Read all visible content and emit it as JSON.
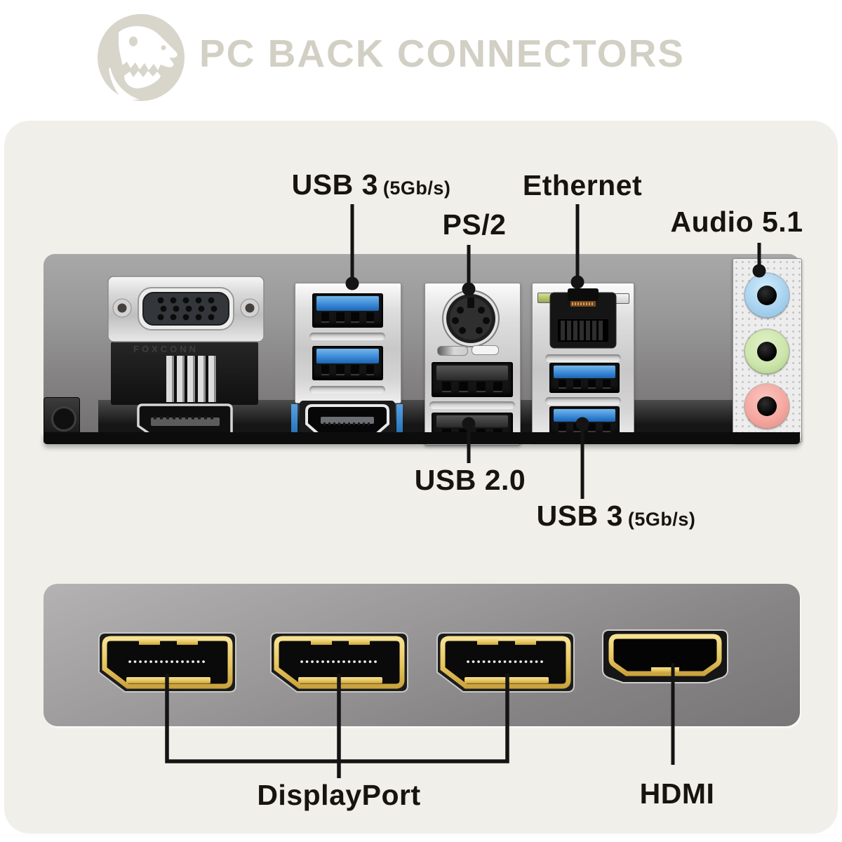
{
  "header": {
    "title": "PC BACK CONNECTORS",
    "logo": "trex-head-in-circle"
  },
  "annotations": {
    "usb3_top": {
      "label": "USB 3",
      "sub": "(5Gb/s)"
    },
    "ps2": {
      "label": "PS/2"
    },
    "ethernet": {
      "label": "Ethernet"
    },
    "audio": {
      "label": "Audio 5.1"
    },
    "usb20": {
      "label": "USB 2.0"
    },
    "usb3_bottom": {
      "label": "USB 3",
      "sub": "(5Gb/s)"
    },
    "displayport": {
      "label": "DisplayPort"
    },
    "hdmi": {
      "label": "HDMI"
    }
  },
  "markings": {
    "vga_bracket": "FOXCONN"
  },
  "ports": {
    "top_panel": [
      "vga",
      "displayport-mini",
      "usb3-x2",
      "hdmi",
      "ps2",
      "usb2-x2",
      "ethernet",
      "usb3-x2",
      "audio-line-in",
      "audio-line-out",
      "audio-mic"
    ],
    "bottom_panel": [
      "displayport",
      "displayport",
      "displayport",
      "hdmi"
    ]
  },
  "colors": {
    "title": "#d2cfc4",
    "canvas": "#f0efea",
    "annotation_line": "#141414",
    "usb3_blue": "#2f7fd0",
    "audio_line_in": "#a9d3ef",
    "audio_line_out": "#cde6ad",
    "audio_mic": "#f5a8a0",
    "connector_gold": "#e6c65f"
  }
}
